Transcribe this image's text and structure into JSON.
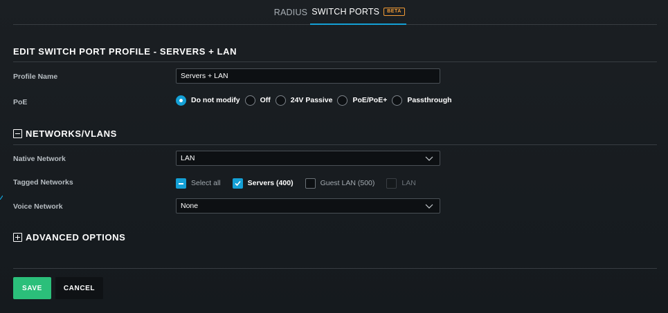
{
  "tabs": [
    {
      "label": "RADIUS",
      "active": false
    },
    {
      "label": "SWITCH PORTS",
      "active": true,
      "badge": "BETA"
    }
  ],
  "form": {
    "title": "EDIT SWITCH PORT PROFILE - SERVERS + LAN",
    "profile_name_label": "Profile Name",
    "profile_name_value": "Servers + LAN",
    "poe_label": "PoE",
    "poe_options": [
      {
        "label": "Do not modify",
        "selected": true
      },
      {
        "label": "Off",
        "selected": false
      },
      {
        "label": "24V Passive",
        "selected": false
      },
      {
        "label": "PoE/PoE+",
        "selected": false
      },
      {
        "label": "Passthrough",
        "selected": false
      }
    ]
  },
  "networks": {
    "title": "NETWORKS/VLANS",
    "native_label": "Native Network",
    "native_value": "LAN",
    "tagged_label": "Tagged Networks",
    "tagged_options": [
      {
        "label": "Select all",
        "state": "partial"
      },
      {
        "label": "Servers (400)",
        "state": "checked"
      },
      {
        "label": "Guest LAN (500)",
        "state": "unchecked"
      },
      {
        "label": "LAN",
        "state": "disabled"
      }
    ],
    "voice_label": "Voice Network",
    "voice_value": "None"
  },
  "advanced": {
    "title": "ADVANCED OPTIONS"
  },
  "actions": {
    "save_label": "SAVE",
    "cancel_label": "CANCEL"
  },
  "colors": {
    "accent": "#14a0d6",
    "save": "#2bbf7a",
    "badge": "#f39c36",
    "background": "#181c20"
  },
  "icons": {
    "collapse": "minus-square-icon",
    "expand": "plus-square-icon",
    "dropdown": "chevron-down-icon",
    "check": "check-icon"
  }
}
